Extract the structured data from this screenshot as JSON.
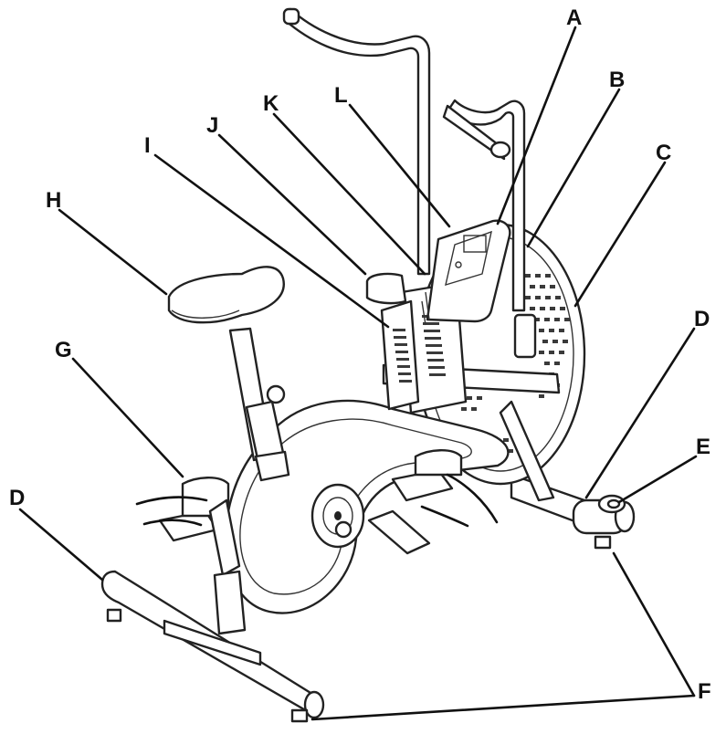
{
  "callouts": {
    "A": "A",
    "B": "B",
    "C": "C",
    "D_right": "D",
    "E": "E",
    "F": "F",
    "D_left": "D",
    "G": "G",
    "H": "H",
    "I": "I",
    "J": "J",
    "K": "K",
    "L": "L"
  }
}
